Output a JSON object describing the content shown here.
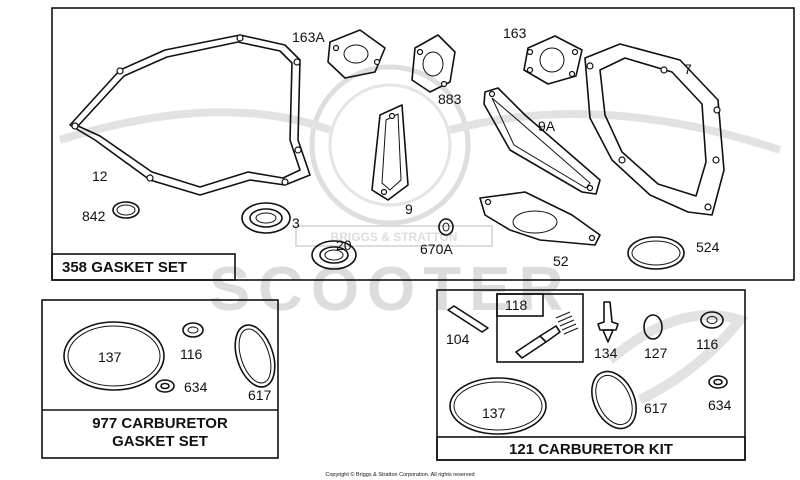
{
  "watermark": {
    "text": "SCOOTER",
    "ring_text": "BRIGGS & STRATTON",
    "color": "#dcdcdc"
  },
  "gasket_set": {
    "title": "358 GASKET SET",
    "parts": {
      "p12": "12",
      "p842": "842",
      "p3": "3",
      "p20": "20",
      "p163a": "163A",
      "p883": "883",
      "p9": "9",
      "p670a": "670A",
      "p163": "163",
      "p9a": "9A",
      "p7": "7",
      "p52": "52",
      "p524": "524"
    }
  },
  "carb_gasket_set": {
    "title_line1": "977 CARBURETOR",
    "title_line2": "GASKET SET",
    "parts": {
      "p137": "137",
      "p116": "116",
      "p634": "634",
      "p617": "617"
    }
  },
  "carb_kit": {
    "title": "121 CARBURETOR KIT",
    "parts": {
      "p118": "118",
      "p104": "104",
      "p134": "134",
      "p127": "127",
      "p116": "116",
      "p634": "634",
      "p137": "137",
      "p617": "617"
    }
  },
  "copyright": "Copyright © Briggs & Stratton Corporation. All rights reserved"
}
